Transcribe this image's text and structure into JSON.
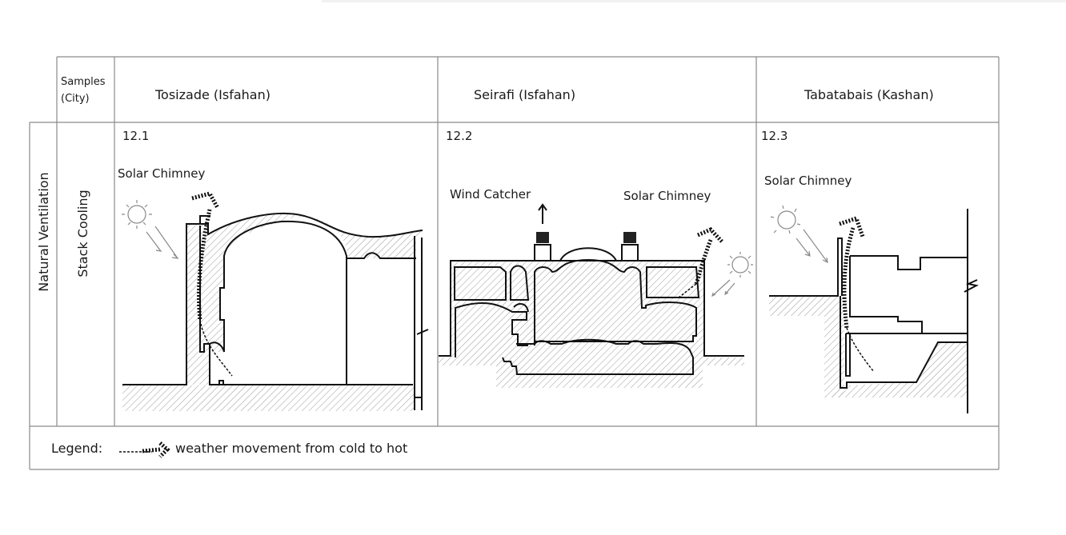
{
  "header": {
    "samples_label_line1": "Samples",
    "samples_label_line2": "(City)",
    "columns": [
      {
        "title": "Tosizade  (Isfahan)"
      },
      {
        "title": "Seirafi (Isfahan)"
      },
      {
        "title": "Tabatabais (Kashan)"
      }
    ]
  },
  "row": {
    "category": "Natural Ventilation",
    "subcategory": "Stack Cooling"
  },
  "cells": [
    {
      "number": "12.1",
      "labels": [
        "Solar Chimney"
      ]
    },
    {
      "number": "12.2",
      "labels": [
        "Wind Catcher",
        "Solar Chimney"
      ]
    },
    {
      "number": "12.3",
      "labels": [
        "Solar Chimney"
      ]
    }
  ],
  "legend": {
    "label": "Legend:",
    "text": "weather movement from cold to hot",
    "icon": "dashed-curved-arrow-icon"
  }
}
